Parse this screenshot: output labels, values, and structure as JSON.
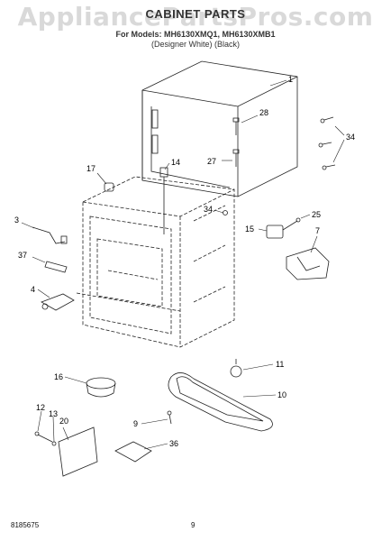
{
  "watermark": "AppliancePartsPros.com",
  "header": {
    "title": "CABINET PARTS",
    "models": "For Models: MH6130XMQ1, MH6130XMB1",
    "color": "(Designer White) (Black)"
  },
  "footer": {
    "doc_number": "8185675",
    "page": "9"
  },
  "callouts": {
    "c1": "1",
    "c28": "28",
    "c34a": "34",
    "c17": "17",
    "c14": "14",
    "c27": "27",
    "c34b": "34",
    "c25": "25",
    "c15": "15",
    "c7": "7",
    "c3": "3",
    "c37": "37",
    "c4": "4",
    "c11": "11",
    "c16": "16",
    "c10": "10",
    "c9": "9",
    "c12": "12",
    "c13": "13",
    "c20": "20",
    "c36": "36"
  },
  "colors": {
    "line": "#222222",
    "watermark": "#d9d9d9"
  }
}
